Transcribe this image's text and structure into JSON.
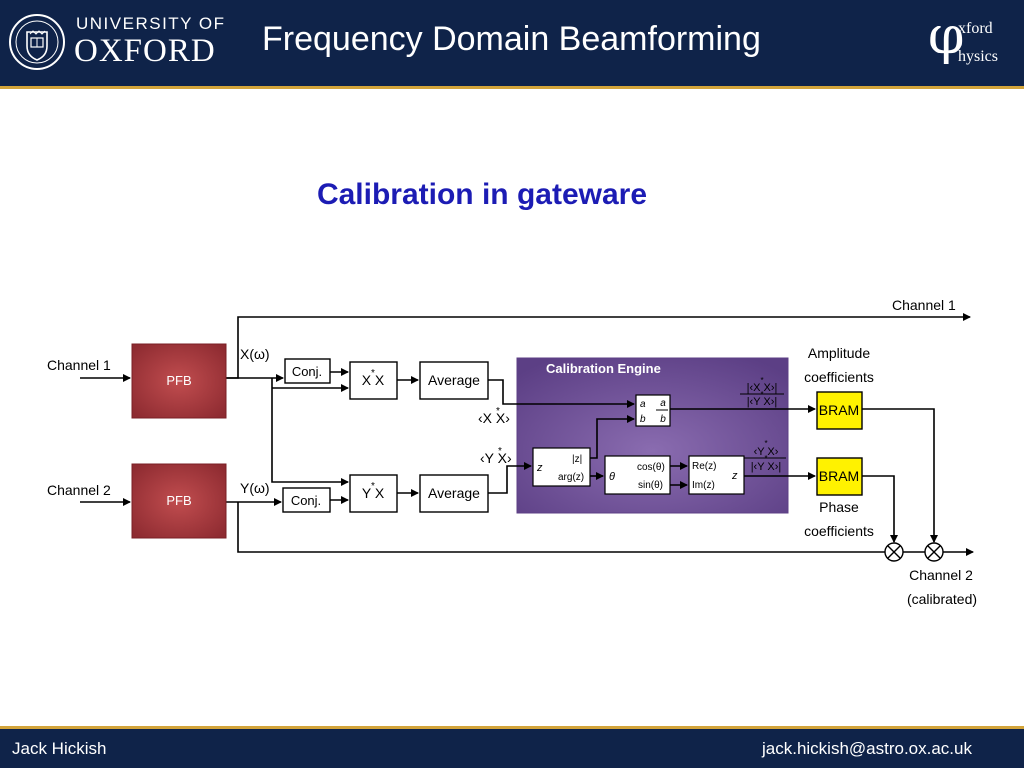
{
  "header": {
    "university_line1": "UNIVERSITY OF",
    "university_line2": "OXFORD",
    "title": "Frequency Domain Beamforming",
    "physics_logo": {
      "symbol": "φ",
      "line1": "xford",
      "line2": "hysics"
    }
  },
  "subtitle": "Calibration in gateware",
  "diagram": {
    "channel1_in": "Channel 1",
    "channel2_in": "Channel 2",
    "pfb": "PFB",
    "x_omega": "X(ω)",
    "y_omega": "Y(ω)",
    "conj": "Conj.",
    "xx": "X X",
    "yx": "Y X",
    "star": "*",
    "average": "Average",
    "xx_avg": "‹X X›",
    "yx_avg": "‹Y X›",
    "engine_title": "Calibration Engine",
    "div_a": "a",
    "div_b": "b",
    "z": "z",
    "abs_z": "|z|",
    "arg_z": "arg(z)",
    "theta": "θ",
    "cos_theta": "cos(θ)",
    "sin_theta": "sin(θ)",
    "re_z": "Re(z)",
    "im_z": "Im(z)",
    "amp_formula_num": "|‹X X›|",
    "amp_formula_den": "|‹Y X›|",
    "phase_formula_num": "‹Y X›",
    "phase_formula_den": "|‹Y X›|",
    "amplitude_label_1": "Amplitude",
    "amplitude_label_2": "coefficients",
    "phase_label_1": "Phase",
    "phase_label_2": "coefficients",
    "bram": "BRAM",
    "channel1_out": "Channel 1",
    "channel2_out_1": "Channel 2",
    "channel2_out_2": "(calibrated)"
  },
  "footer": {
    "author": "Jack Hickish",
    "email": "jack.hickish@astro.ox.ac.uk"
  },
  "colors": {
    "header_bg": "#0f2349",
    "accent": "#d3a43a",
    "subtitle": "#1c1cb4",
    "pfb": "#a0343a",
    "engine": "#6b4d93",
    "bram": "#fff200"
  }
}
